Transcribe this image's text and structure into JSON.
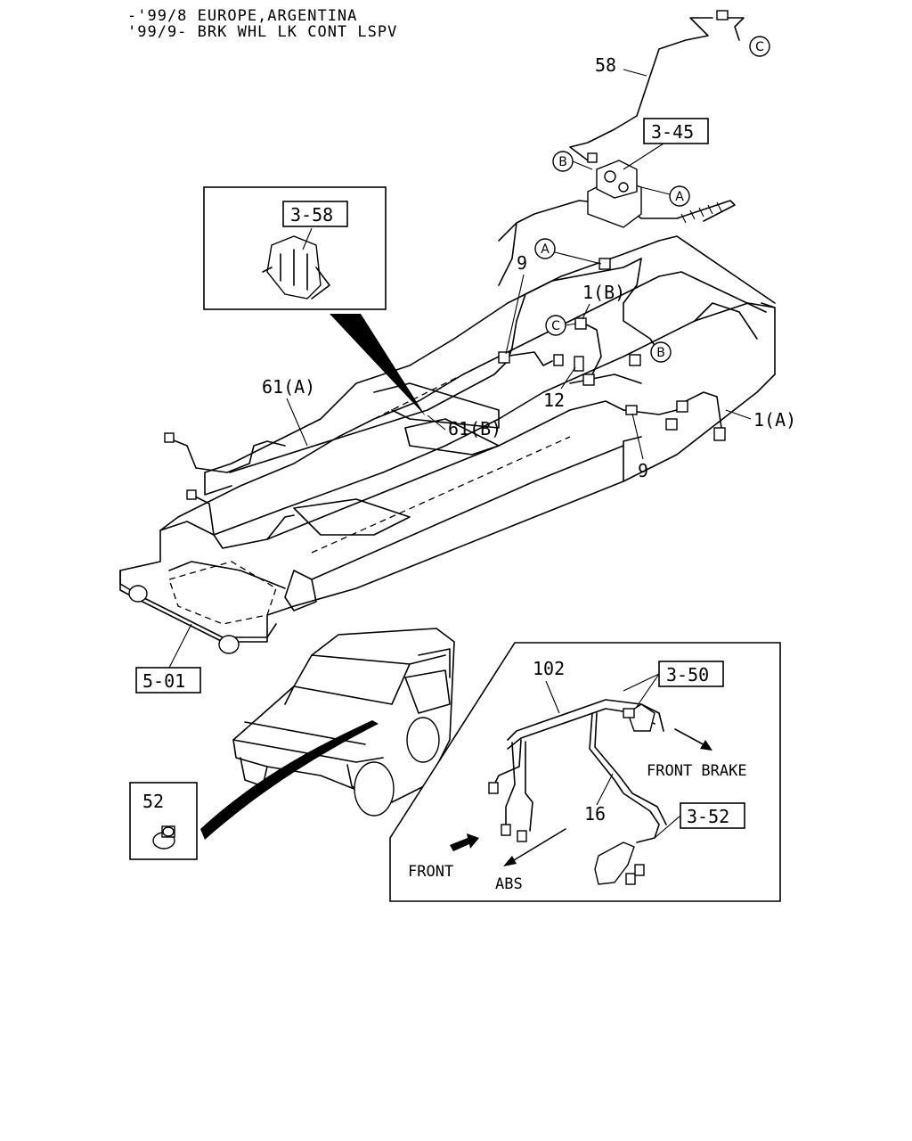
{
  "header": {
    "line1": "-'99/8 EUROPE,ARGENTINA",
    "line2": "'99/9- BRK WHL LK CONT LSPV"
  },
  "refs": {
    "r58": "58",
    "r3_45": "3-45",
    "r3_58": "3-58",
    "r9_top": "9",
    "r1b": "1(B)",
    "r12": "12",
    "r61a": "61(A)",
    "r61b": "61(B)",
    "r1a": "1(A)",
    "r9_bottom": "9",
    "r5_01": "5-01",
    "r52": "52",
    "r102": "102",
    "r3_50": "3-50",
    "r16": "16",
    "r3_52": "3-52"
  },
  "circles": {
    "c_top": "C",
    "b_top": "B",
    "a_right": "A",
    "a_mid": "A",
    "c_mid": "C",
    "b_mid": "B"
  },
  "inset": {
    "front_brake": "FRONT BRAKE",
    "front": "FRONT",
    "abs": "ABS"
  }
}
